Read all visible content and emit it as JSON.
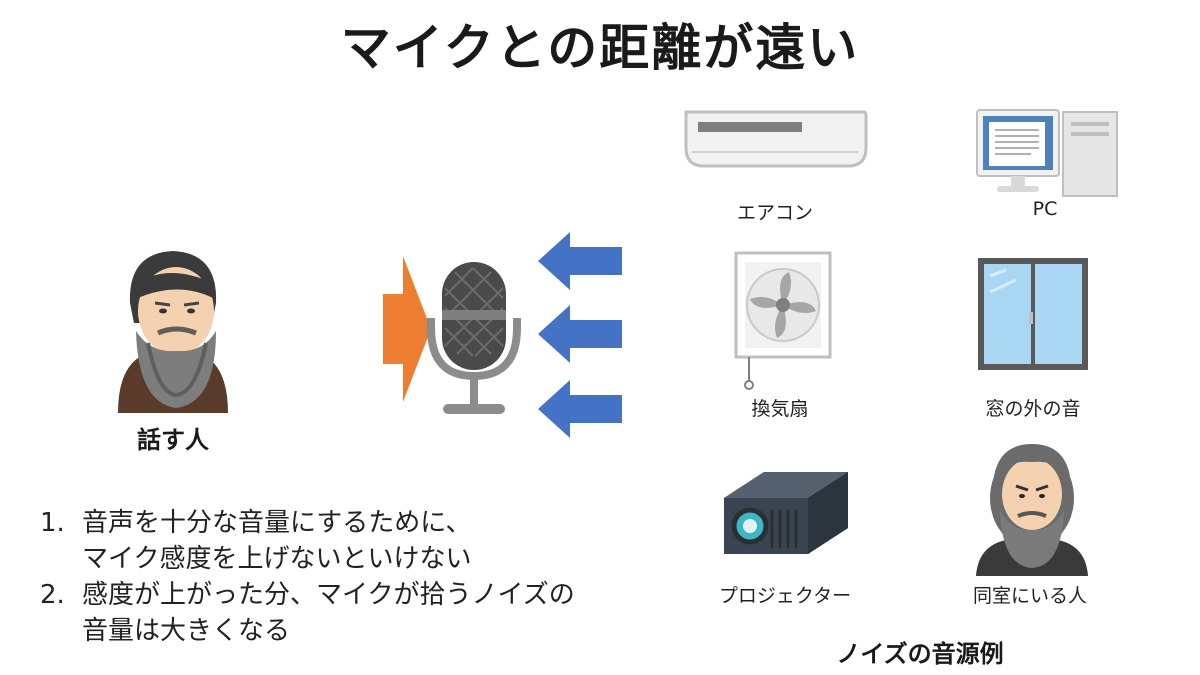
{
  "title": "マイクとの距離が遠い",
  "speaker": {
    "label": "話す人"
  },
  "noise": {
    "heading": "ノイズの音源例",
    "sources": [
      {
        "label": "エアコン",
        "icon": "air-conditioner-icon"
      },
      {
        "label": "PC",
        "icon": "desktop-pc-icon"
      },
      {
        "label": "換気扇",
        "icon": "ventilation-fan-icon"
      },
      {
        "label": "窓の外の音",
        "icon": "window-icon"
      },
      {
        "label": "プロジェクター",
        "icon": "projector-icon"
      },
      {
        "label": "同室にいる人",
        "icon": "person-icon"
      }
    ]
  },
  "notes": [
    {
      "num": "1.",
      "lines": [
        "音声を十分な音量にするために、",
        "マイク感度を上げないといけない"
      ]
    },
    {
      "num": "2.",
      "lines": [
        "感度が上がった分、マイクが拾うノイズの",
        "音量は大きくなる"
      ]
    }
  ],
  "colors": {
    "voice_arrow": "#ed7d31",
    "noise_arrow": "#4472c4",
    "mic": "#7f7f7f"
  }
}
